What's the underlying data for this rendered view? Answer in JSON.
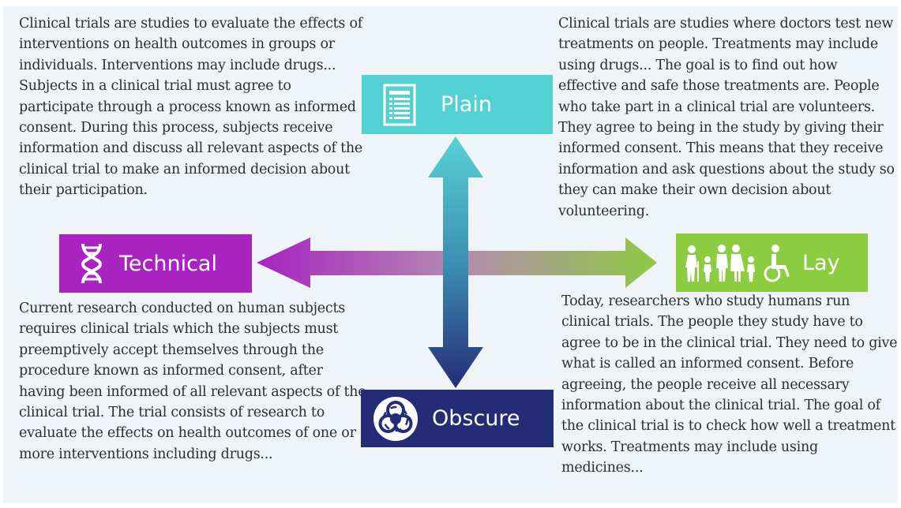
{
  "paragraphs": {
    "top_left": "Clinical trials are studies to evaluate the effects of interventions on health outcomes in groups or individuals. Interventions may include drugs... Subjects in a clinical trial must agree to participate through a process known as informed consent. During this process, subjects receive information and discuss all relevant aspects of the clinical trial to make an informed decision about their participation.",
    "top_right": "Clinical trials are studies where doctors test new treatments on people. Treatments may include using drugs... The goal is to find out how effective and safe those treatments are. People who take part in a clinical trial are volunteers. They agree to being in the study by giving their informed consent. This means that they receive information and ask questions about the study so they can make their own decision about volunteering.",
    "bottom_left": "Current research conducted on human subjects requires clinical trials which the subjects must preemptively accept themselves through the procedure known as informed consent, after having been informed of all relevant aspects of the clinical trial. The trial consists of research to evaluate the effects on health outcomes of one or more interventions including drugs...",
    "bottom_right": "Today, researchers who study humans run clinical trials. The people they study have to agree to be in the clinical trial. They need to give what is called an informed consent. Before agreeing, the people receive all necessary information about the clinical trial. The goal of the clinical trial is to check how well a treatment works. Treatments may include using medicines..."
  },
  "boxes": {
    "plain": {
      "label": "Plain",
      "icon": "document-icon",
      "color": "#54d2d3"
    },
    "technical": {
      "label": "Technical",
      "icon": "dna-icon",
      "color": "#a923c0"
    },
    "lay": {
      "label": "Lay",
      "icon": "family-icon",
      "color": "#8bcc40"
    },
    "obscure": {
      "label": "Obscure",
      "icon": "biohazard-icon",
      "color": "#252c77"
    }
  }
}
